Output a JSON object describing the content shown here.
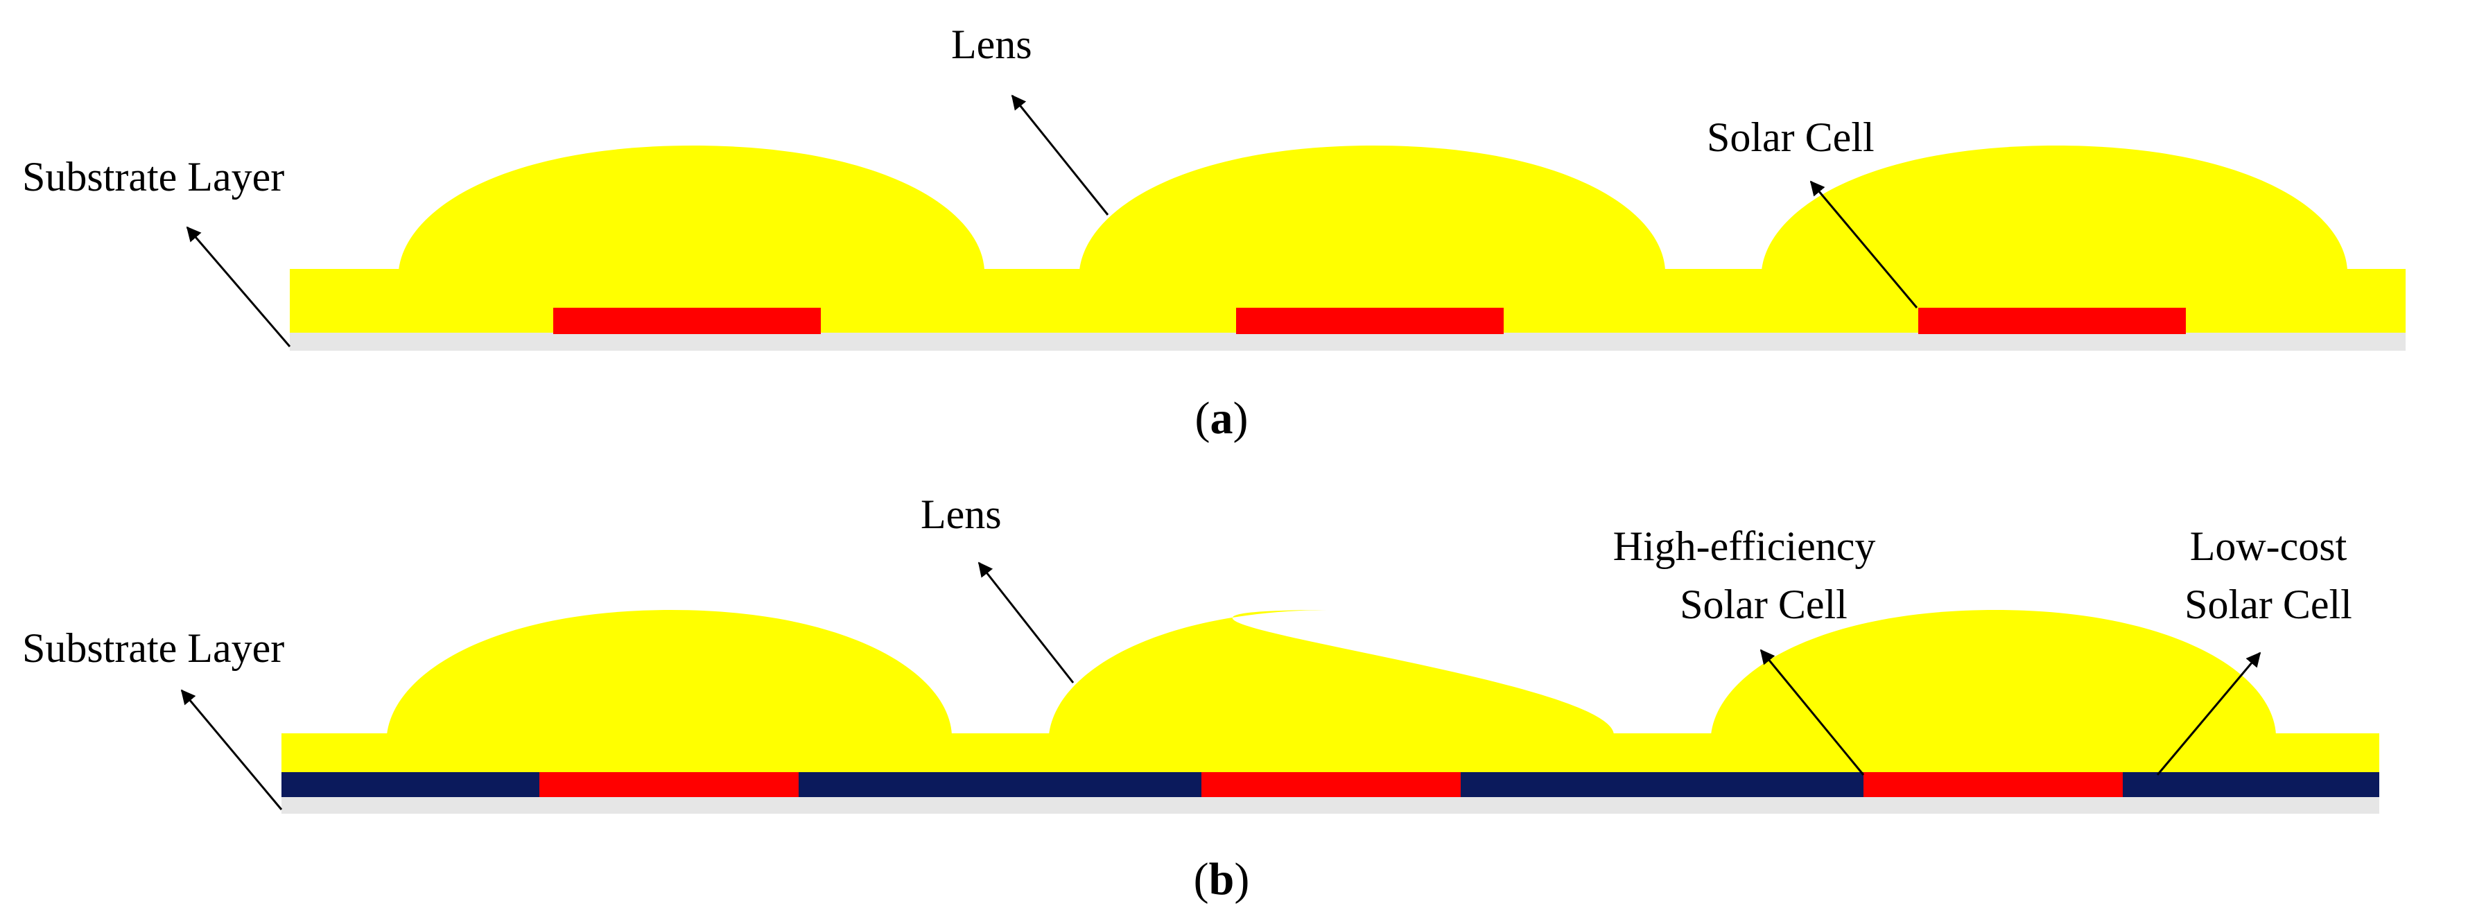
{
  "colors": {
    "lens": "#ffff00",
    "solar_cell": "#ff0000",
    "low_cost_cell": "#0b1a5c",
    "substrate": "#e6e6e6",
    "arrow": "#000000"
  },
  "panel_a": {
    "label_substrate": "Substrate Layer",
    "label_lens": "Lens",
    "label_solar_cell": "Solar Cell",
    "caption_open": "(",
    "caption_letter": "a",
    "caption_close": ")"
  },
  "panel_b": {
    "label_substrate": "Substrate Layer",
    "label_lens": "Lens",
    "label_high_eff_line1": "High-efficiency",
    "label_high_eff_line2": "Solar Cell",
    "label_low_cost_line1": "Low-cost",
    "label_low_cost_line2": "Solar Cell",
    "caption_open": "(",
    "caption_letter": "b",
    "caption_close": ")"
  }
}
